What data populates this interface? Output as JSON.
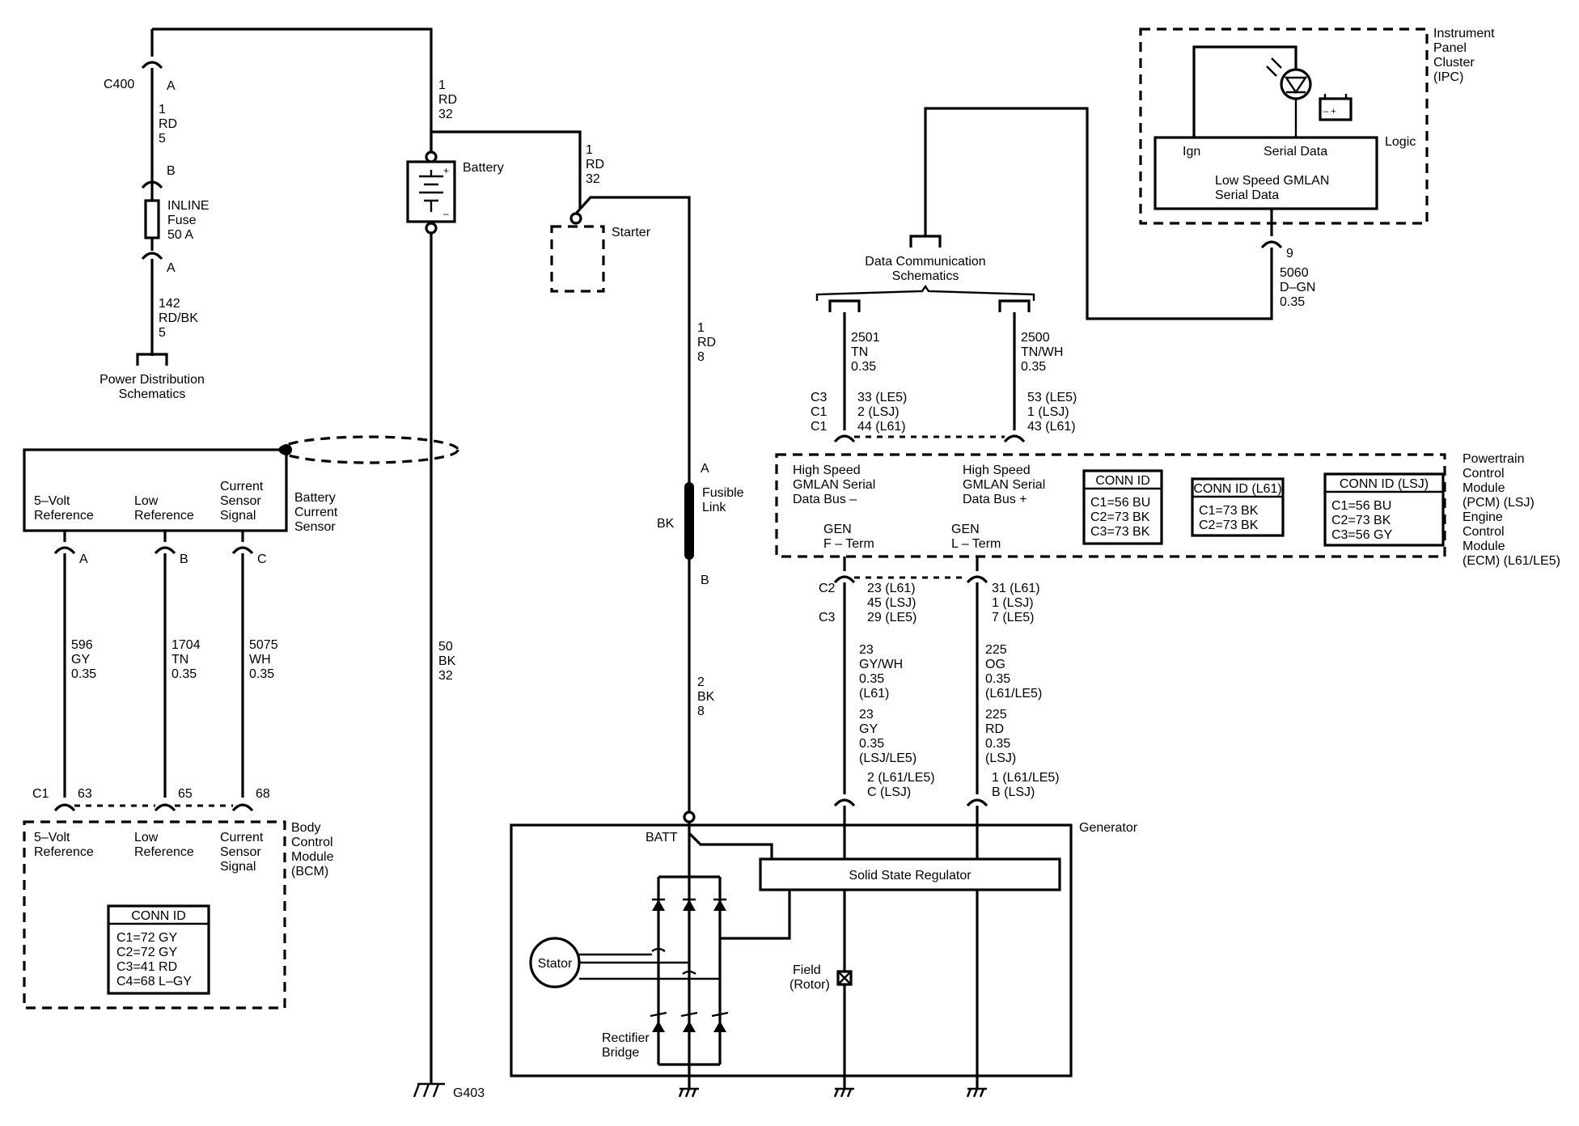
{
  "power": {
    "connector_c400": "C400",
    "pin_a": "A",
    "wire_top": [
      "1",
      "RD",
      "5"
    ],
    "pin_b": "B",
    "fuse": [
      "INLINE",
      "Fuse",
      "50 A"
    ],
    "pin_a2": "A",
    "wire_bottom": [
      "142",
      "RD/BK",
      "5"
    ],
    "schematic_ref": [
      "Power Distribution",
      "Schematics"
    ]
  },
  "battery": {
    "label": "Battery",
    "wire_top": [
      "1",
      "RD",
      "32"
    ],
    "wire_ground": [
      "50",
      "BK",
      "32"
    ],
    "ground": "G403"
  },
  "starter": {
    "label": "Starter",
    "wire": [
      "1",
      "RD",
      "32"
    ],
    "wire_down": [
      "1",
      "RD",
      "8"
    ],
    "fusible_link": [
      "Fusible",
      "Link"
    ],
    "fl_pin_a": "A",
    "fl_pin_b": "B",
    "fl_color": "BK",
    "wire_gen": [
      "2",
      "BK",
      "8"
    ]
  },
  "battery_sensor": {
    "title": [
      "Battery",
      "Current",
      "Sensor"
    ],
    "pins": [
      {
        "label": [
          "5–Volt",
          "Reference"
        ],
        "pin": "A",
        "wire": [
          "596",
          "GY",
          "0.35"
        ],
        "bcm_pin": "63"
      },
      {
        "label": [
          "Low",
          "Reference"
        ],
        "pin": "B",
        "wire": [
          "1704",
          "TN",
          "0.35"
        ],
        "bcm_pin": "65"
      },
      {
        "label": [
          "Current",
          "Sensor",
          "Signal"
        ],
        "pin": "C",
        "wire": [
          "5075",
          "WH",
          "0.35"
        ],
        "bcm_pin": "68"
      }
    ]
  },
  "bcm": {
    "connector": "C1",
    "title": [
      "Body",
      "Control",
      "Module",
      "(BCM)"
    ],
    "labels": [
      [
        "5–Volt",
        "Reference"
      ],
      [
        "Low",
        "Reference"
      ],
      [
        "Current",
        "Sensor",
        "Signal"
      ]
    ],
    "conn_id": {
      "title": "CONN ID",
      "rows": [
        "C1=72 GY",
        "C2=72 GY",
        "C3=41 RD",
        "C4=68 L–GY"
      ]
    }
  },
  "data_comm": {
    "label": [
      "Data Communication",
      "Schematics"
    ],
    "left_wire": [
      "2501",
      "TN",
      "0.35"
    ],
    "right_wire": [
      "2500",
      "TN/WH",
      "0.35"
    ],
    "left_connectors": [
      "C3",
      "C1",
      "C1"
    ],
    "left_pins": [
      "33 (LE5)",
      "2 (LSJ)",
      "44 (L61)"
    ],
    "right_pins": [
      "53 (LE5)",
      "1 (LSJ)",
      "43 (L61)"
    ]
  },
  "ipc": {
    "title": [
      "Instrument",
      "Panel",
      "Cluster",
      "(IPC)"
    ],
    "logic": "Logic",
    "ign": "Ign",
    "serial_data": "Serial Data",
    "module_text": [
      "Low Speed GMLAN",
      "Serial Data"
    ],
    "wire": [
      "9",
      "5060",
      "D–GN",
      "0.35"
    ]
  },
  "pcm": {
    "title": [
      "Powertrain",
      "Control",
      "Module",
      "(PCM) (LSJ)",
      "Engine",
      "Control",
      "Module",
      "(ECM) (L61/LE5)"
    ],
    "bus_minus": [
      "High Speed",
      "GMLAN Serial",
      "Data Bus –"
    ],
    "bus_plus": [
      "High Speed",
      "GMLAN Serial",
      "Data Bus +"
    ],
    "gen_f": [
      "GEN",
      "F – Term"
    ],
    "gen_l": [
      "GEN",
      "L – Term"
    ],
    "conn_tables": [
      {
        "title": "CONN ID",
        "rows": [
          "C1=56 BU",
          "C2=73 BK",
          "C3=73 BK"
        ]
      },
      {
        "title": "CONN ID (L61)",
        "rows": [
          "C1=73 BK",
          "C2=73 BK"
        ]
      },
      {
        "title": "CONN ID (LSJ)",
        "rows": [
          "C1=56 BU",
          "C2=73 BK",
          "C3=56 GY"
        ]
      }
    ],
    "left_connectors": [
      "C2",
      "",
      "C3"
    ],
    "left_pins": [
      "23 (L61)",
      "45 (LSJ)",
      "29 (LE5)"
    ],
    "right_pins": [
      "31 (L61)",
      "1 (LSJ)",
      "7 (LE5)"
    ]
  },
  "gen_wires": {
    "left_a": [
      "23",
      "GY/WH",
      "0.35",
      "(L61)"
    ],
    "left_b": [
      "23",
      "GY",
      "0.35",
      "(LSJ/LE5)"
    ],
    "right_a": [
      "225",
      "OG",
      "0.35",
      "(L61/LE5)"
    ],
    "right_b": [
      "225",
      "RD",
      "0.35",
      "(LSJ)"
    ],
    "left_pins": [
      "2 (L61/LE5)",
      "C (LSJ)"
    ],
    "right_pins": [
      "1 (L61/LE5)",
      "B (LSJ)"
    ]
  },
  "generator": {
    "title": "Generator",
    "batt": "BATT",
    "regulator": "Solid State Regulator",
    "stator": "Stator",
    "field": [
      "Field",
      "(Rotor)"
    ],
    "rectifier": [
      "Rectifier",
      "Bridge"
    ]
  }
}
